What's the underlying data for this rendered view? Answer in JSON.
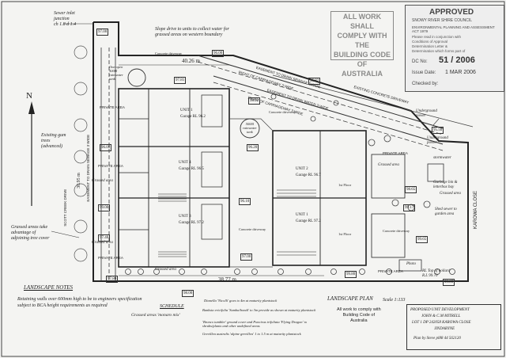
{
  "notes": {
    "sewer": [
      "Sewer inlet",
      "junction",
      "ch 1.8 d 1.4"
    ],
    "slope": [
      "Slope drive to units to collect water for",
      "grassed areas on western boundary"
    ],
    "tank_top": [
      "One open",
      "5000l",
      "rainwater",
      "tank"
    ],
    "tank_mid": [
      "5000l",
      "rainwater",
      "tank"
    ],
    "trees": [
      "Existing gum",
      "trees",
      "(advanced)"
    ],
    "grassed_adj": [
      "Grassed areas take",
      "advantage of",
      "adjoining tree cover"
    ],
    "underground_top": [
      "Underground",
      "power"
    ],
    "underground_bot": [
      "Underground",
      "power"
    ],
    "stormwater": "stormwater",
    "garbage": [
      "Garbage bin &",
      "letterbox bay"
    ],
    "shed": [
      "Shed sewer to",
      "garden area"
    ],
    "rl_top": [
      "RL Top of bollard",
      "R.L 99.70"
    ],
    "photo": "Photo"
  },
  "north_label": "N",
  "dimensions": {
    "top": "40.26 m",
    "bottom": "38.77 m",
    "left": "30.95 m"
  },
  "easements": {
    "upper": "EASEMENT TO DRAIN SEWAGE 3 WIDE",
    "upper_sub": "RIGHT OF CARRIAGEWAY 3 WIDE",
    "lower": "EASEMENT TO DRAIN WATER 3 WIDE",
    "lower_sub": "RIGHT OF CARRIAGEWAY 3 WIDE",
    "side": "EASEMENT TO DRAIN SEWAGE 3 WIDE",
    "side_sub": "SCOTT CREEK DRIVE",
    "existing": "EXISTING CONCRETE DRIVEWAY",
    "road_right": "KAROWA CLOSE",
    "road_left": "SCOTT CREEK DRIVE"
  },
  "labels": {
    "private_area": "PRIVATE AREA",
    "grassed_area": "Grassed area",
    "concrete_driveway": "Concrete driveway",
    "first_floor": "1st Floor",
    "fl": "FL"
  },
  "units": [
    {
      "name": "UNIT 1",
      "sub": "Garage RL 96.2"
    },
    {
      "name": "UNIT 4",
      "sub": "Garage RL 96.5"
    },
    {
      "name": "UNIT 3",
      "sub": "Garage RL 97.2"
    },
    {
      "name": "UNIT 2",
      "sub": "Garage RL 96.7"
    },
    {
      "name": "UNIT 1",
      "sub": "Garage RL 97.2"
    }
  ],
  "levels": [
    "97.00",
    "96.00",
    "95.82",
    "97.81",
    "98.93",
    "96.20",
    "96.00",
    "99.00",
    "97.40",
    "97.00",
    "96.10",
    "96.00",
    "96.60",
    "95.50",
    "98.65",
    "99.17",
    "99.65",
    "99.80",
    "99.85",
    "98.00",
    "97.80"
  ],
  "schedule": {
    "title": "SCHEDULE",
    "lines": [
      "Grassed areas 'monaro mix'",
      "Dianella 'Nicolli' goes to 4m at maturity plantstock",
      "Banksia ericifolia 'Sumba/bondi' to 3m provide as shown at maturity plantstock",
      "'Bronco tumbler' ground cover and Poncirus trifoliata 'Flying Dragon' to shrubs/plants and other undefined areas",
      "Grevillea australis 'alpine grevillea' 1 to 1.5 m at maturity plantstock"
    ]
  },
  "landscape_notes": {
    "title": "LANDSCAPE NOTES",
    "lines": [
      "Retaining walls over 600mm high to be to engineers specification",
      "subject to BCA height requirements as required"
    ]
  },
  "plan_title": "LANDSCAPE PLAN",
  "scale": "Scale 1:133",
  "comply": [
    "All work to comply with",
    "Building Code of",
    "Australia"
  ],
  "project": [
    "PROPOSED UNIT DEVELOPMENT",
    "JOHN & C.M MITRELL",
    "LOT 1 DP 242058 KAROWA CLOSE",
    "JINDABYNE",
    "Plan by Steve pl88 44 562120"
  ],
  "stamp": {
    "title": "APPROVED",
    "org": "SNOWY RIVER SHIRE COUNCIL",
    "act": "ENVIRONMENTAL PLANNING AND ASSESSMENT ACT 1979",
    "note1": "Please read in conjunction with",
    "note2": "Conditions of Approval",
    "note3": "Determination Letter &",
    "note4": "Determination which forms part of",
    "dc_label": "DC No:",
    "dc_value": "51 / 2006",
    "issue_label": "Issue Date:",
    "issue_value": "1 MAR 2006",
    "checked_label": "Checked by:"
  },
  "overlay": [
    "ALL WORK SHALL",
    "COMPLY WITH THE",
    "BUILDING CODE OF",
    "AUSTRALIA"
  ]
}
